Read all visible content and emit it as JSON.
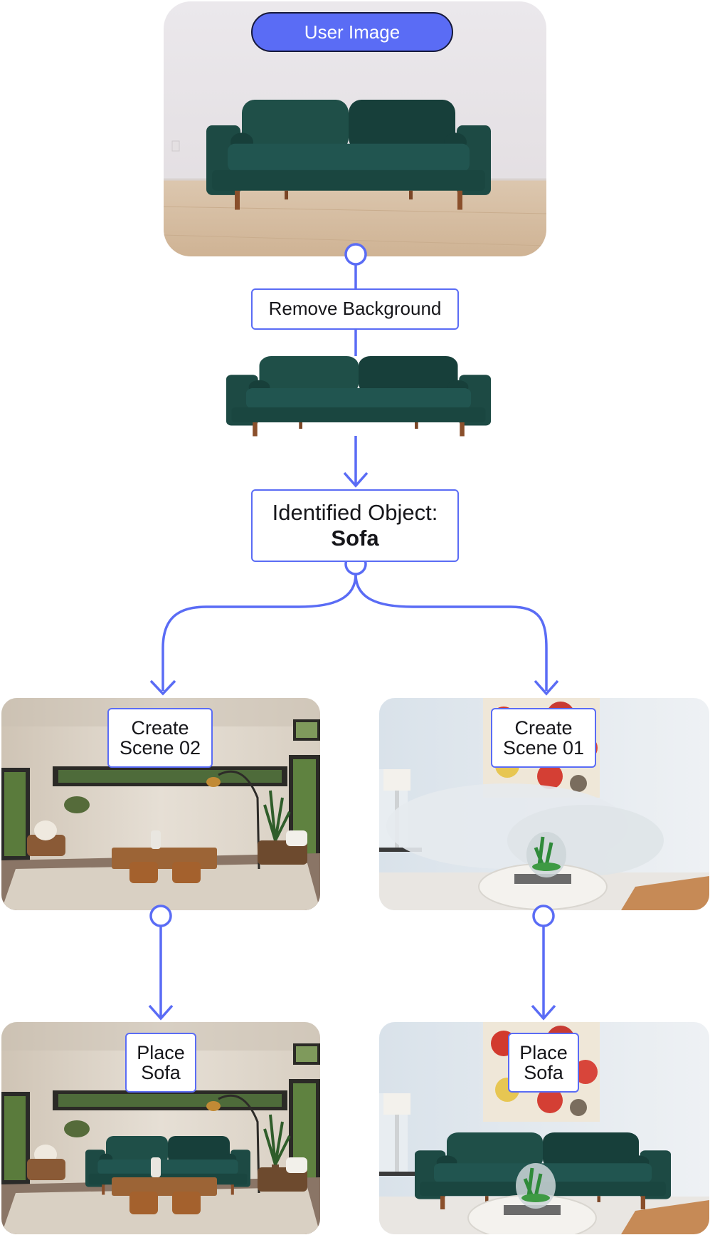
{
  "nodes": {
    "user_image": {
      "label": "User Image"
    },
    "remove_background": {
      "label": "Remove Background"
    },
    "identified_object": {
      "label": "Identified Object:",
      "value": "Sofa"
    },
    "create_scene_02": {
      "label_line1": "Create",
      "label_line2": "Scene 02"
    },
    "create_scene_01": {
      "label_line1": "Create",
      "label_line2": "Scene 01"
    },
    "place_sofa_left": {
      "label_line1": "Place",
      "label_line2": "Sofa"
    },
    "place_sofa_right": {
      "label_line1": "Place",
      "label_line2": "Sofa"
    }
  },
  "colors": {
    "accent": "#5a6cf5",
    "sofa_green": "#1e4e47",
    "text_dark": "#16161a",
    "pill_border": "#16193a"
  }
}
